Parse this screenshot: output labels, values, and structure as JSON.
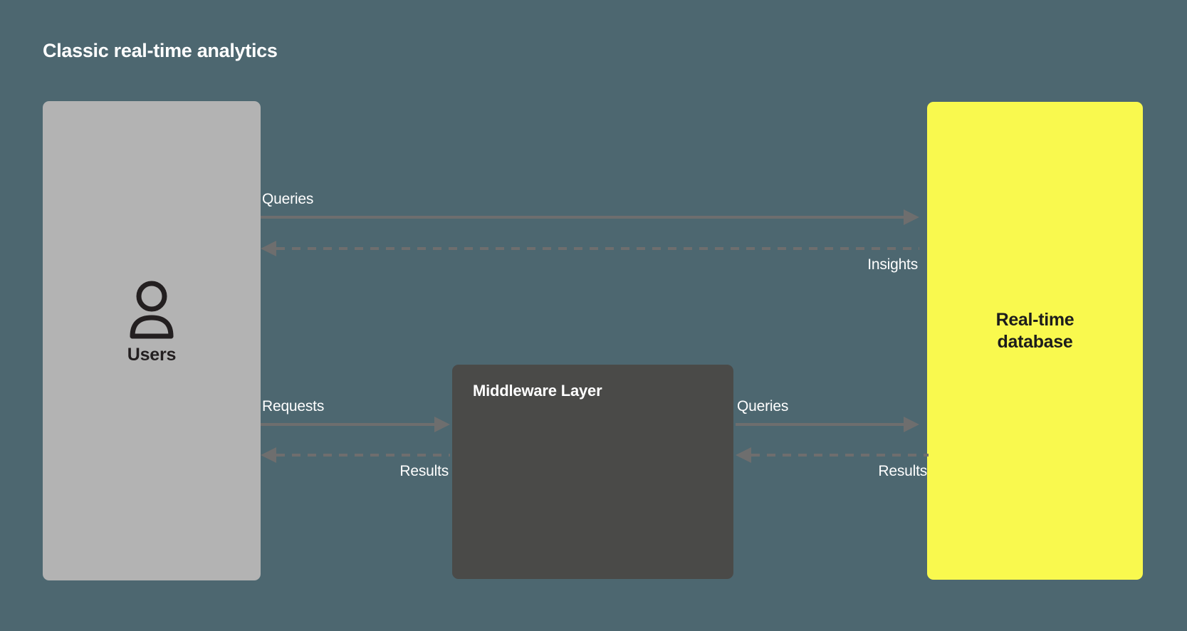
{
  "diagram": {
    "title": "Classic real-time analytics",
    "background_color": "#4d6770",
    "nodes": {
      "users": {
        "label": "Users",
        "icon": "user-icon",
        "color": "#b3b3b3",
        "text_color": "#231f20"
      },
      "middleware": {
        "label": "Middleware Layer",
        "color": "#4a4a48",
        "text_color": "#ffffff"
      },
      "database": {
        "label_line1": "Real-time",
        "label_line2": "database",
        "color": "#f9f94e",
        "text_color": "#1c1c1c"
      }
    },
    "connectors": [
      {
        "id": "users-to-db-queries",
        "label": "Queries",
        "style": "solid",
        "direction": "right",
        "label_align": "left",
        "label_position": "above"
      },
      {
        "id": "db-to-users-insights",
        "label": "Insights",
        "style": "dashed",
        "direction": "left",
        "label_align": "right",
        "label_position": "below"
      },
      {
        "id": "users-to-middleware-requests",
        "label": "Requests",
        "style": "solid",
        "direction": "right",
        "label_align": "left",
        "label_position": "above"
      },
      {
        "id": "middleware-to-users-results",
        "label": "Results",
        "style": "dashed",
        "direction": "left",
        "label_align": "right",
        "label_position": "below"
      },
      {
        "id": "middleware-to-db-queries",
        "label": "Queries",
        "style": "solid",
        "direction": "right",
        "label_align": "left",
        "label_position": "above"
      },
      {
        "id": "db-to-middleware-results",
        "label": "Results",
        "style": "dashed",
        "direction": "left",
        "label_align": "right",
        "label_position": "below"
      }
    ],
    "line_color": "#6e6e6e"
  }
}
